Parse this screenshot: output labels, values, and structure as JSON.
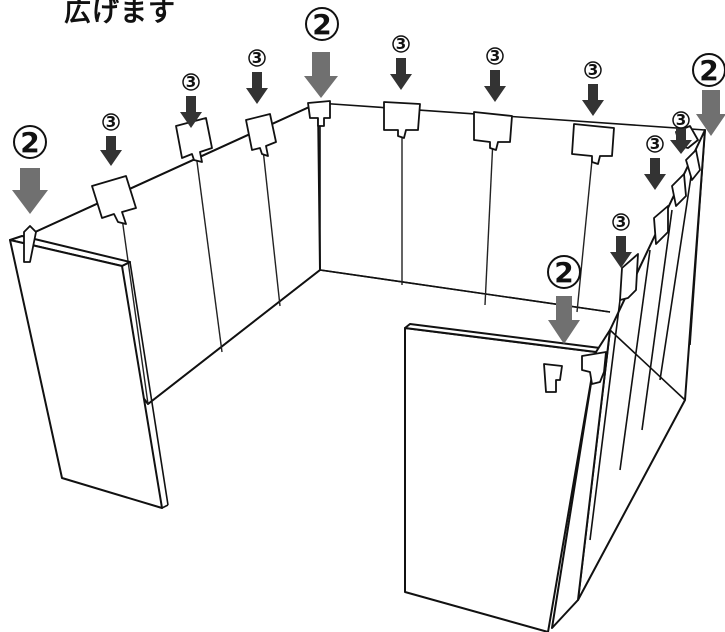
{
  "title": "広げます",
  "step_labels": {
    "step2": "2",
    "step3": "3"
  },
  "colors": {
    "line": "#111111",
    "arrow_dark": "#333333",
    "arrow_light": "#707070",
    "background": "#ffffff"
  }
}
